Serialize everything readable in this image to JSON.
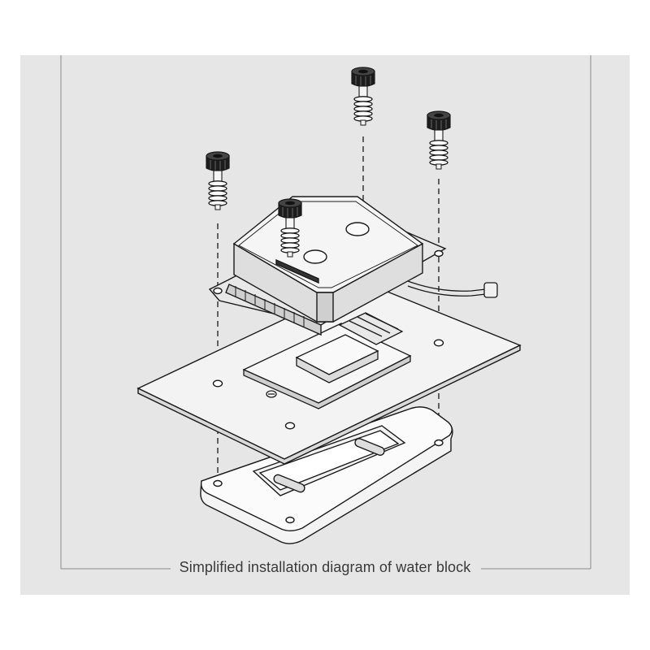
{
  "figure": {
    "caption": "Simplified installation diagram of water block",
    "colors": {
      "background": "#e6e6e6",
      "page": "#ffffff",
      "line": "#1a1a1a",
      "frame": "#888888",
      "screw_cap": "#1c1c1c",
      "metal": "#f0f0f0"
    },
    "components": [
      "screw-with-spring (x4)",
      "water-block",
      "sensor-cable",
      "motherboard",
      "cpu-socket",
      "cpu",
      "backplate"
    ]
  }
}
